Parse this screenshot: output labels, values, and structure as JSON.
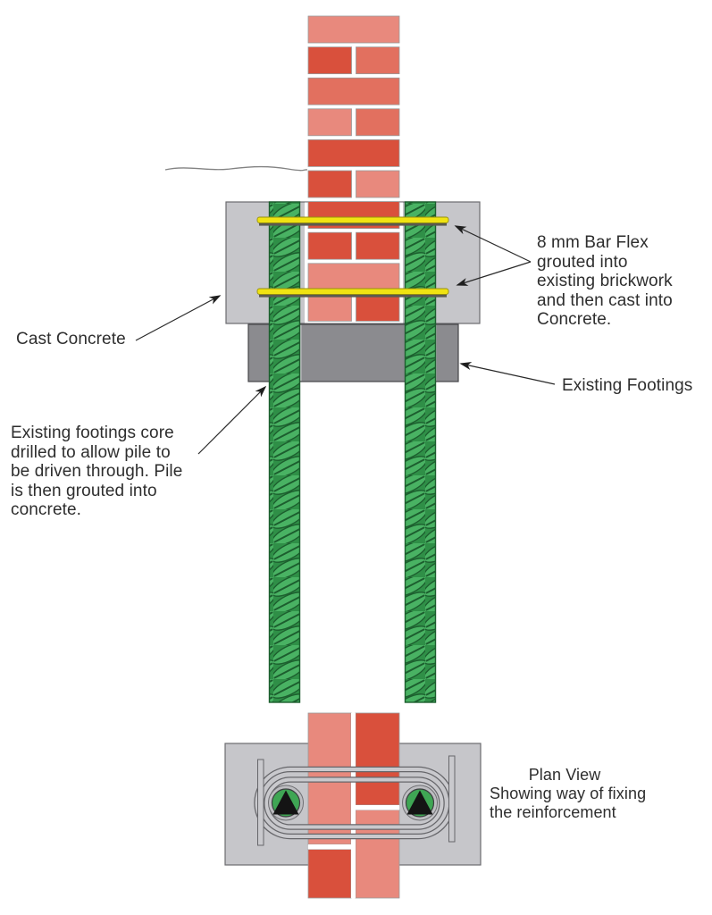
{
  "labels": {
    "bar_flex": {
      "lines": [
        "8 mm Bar Flex",
        "grouted into",
        "existing brickwork",
        "and then cast into",
        "Concrete."
      ]
    },
    "cast_concrete": {
      "text": "Cast Concrete"
    },
    "existing_footings": {
      "text": "Existing Footings"
    },
    "core_drilled": {
      "lines": [
        "Existing footings core",
        "drilled to allow pile to",
        "be driven through. Pile",
        "is then grouted into",
        "concrete."
      ]
    },
    "plan_view": {
      "lines": [
        "Plan View",
        "Showing way of fixing",
        "the reinforcement"
      ]
    }
  },
  "colors": {
    "brick_light": "#E8897D",
    "brick_mid": "#E2705F",
    "brick_dark": "#D9503C",
    "concrete": "#C6C6CA",
    "footing": "#8B8B8F",
    "pile_green": "#49B263",
    "pile_green_dark": "#1C5E2E",
    "bar_yellow": "#F0E312",
    "bar_shadow": "#5A5A50",
    "plan_bar": "#C9C9CD",
    "white": "#FFFFFF",
    "triangle_black": "#141414"
  }
}
